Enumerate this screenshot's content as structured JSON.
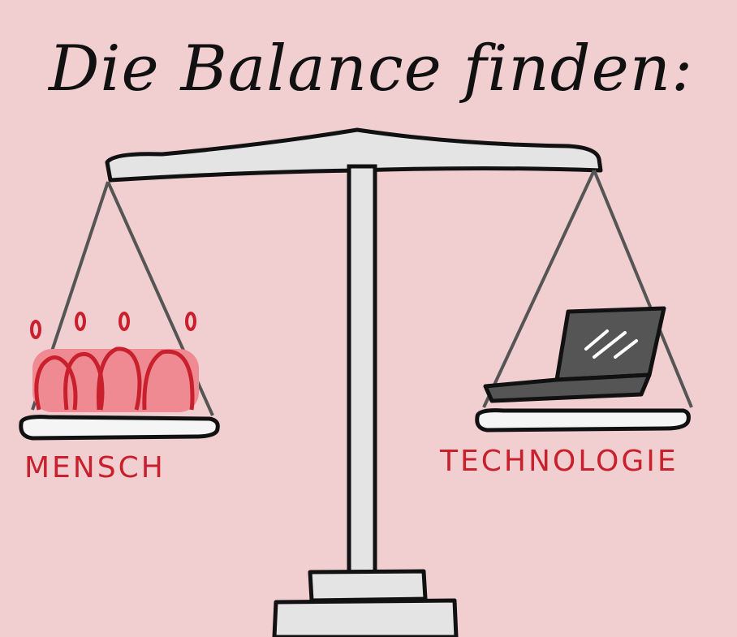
{
  "title": "Die Balance finden:",
  "left_pan": {
    "label": "MENSCH",
    "icon": "people-group-icon"
  },
  "right_pan": {
    "label": "TECHNOLOGIE",
    "icon": "laptop-icon"
  },
  "colors": {
    "background": "#F1CFD1",
    "accent": "#C8202C",
    "people_fill": "#F08A92",
    "ink": "#111111",
    "metal": "#E6E6E6",
    "laptop": "#555555"
  }
}
